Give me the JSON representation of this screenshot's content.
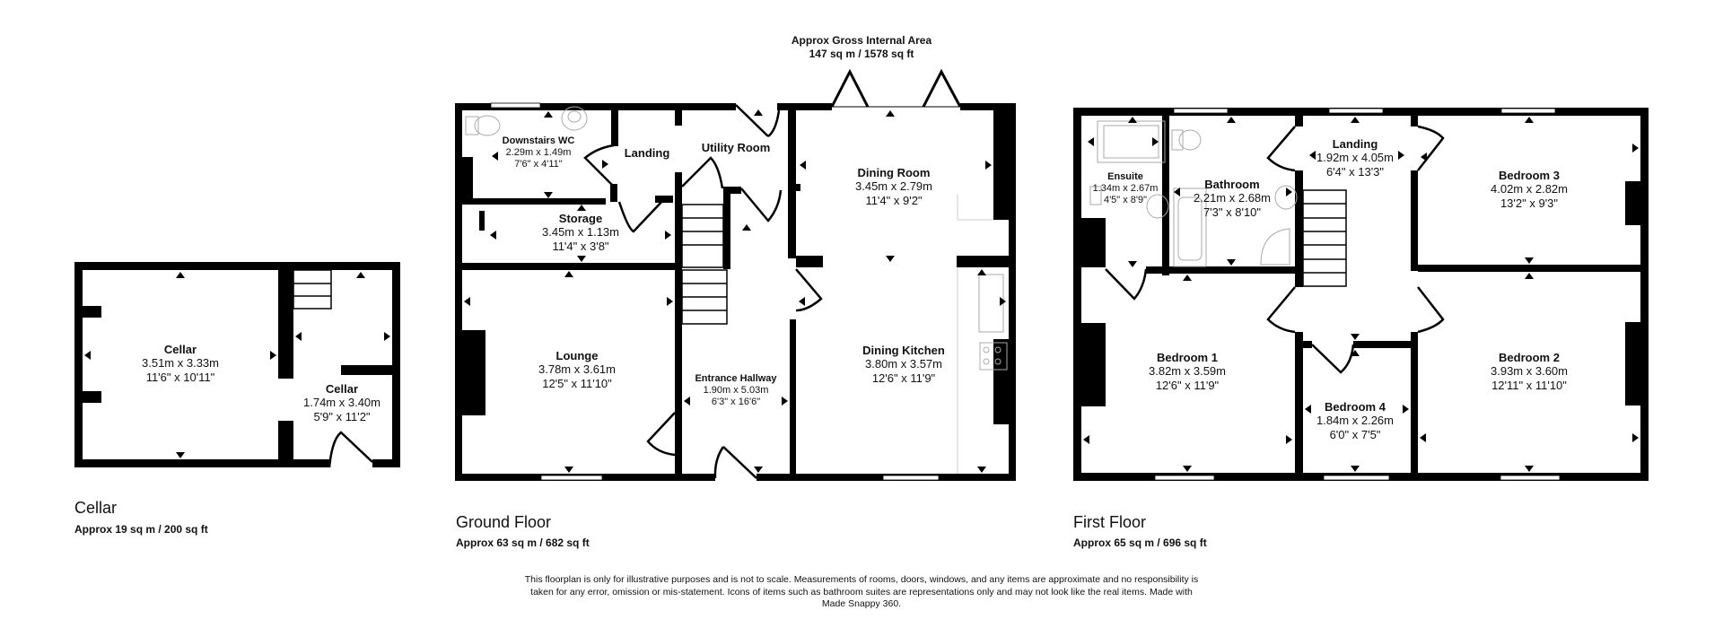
{
  "header": {
    "gross_area_title": "Approx Gross Internal Area",
    "gross_area_value": "147 sq m / 1578 sq ft"
  },
  "floors": {
    "cellar": {
      "title": "Cellar",
      "area": "Approx 19 sq m / 200 sq ft",
      "rooms": [
        {
          "name": "Cellar",
          "metric": "3.51m x 3.33m",
          "imperial": "11'6\" x 10'11\""
        },
        {
          "name": "Cellar",
          "metric": "1.74m x 3.40m",
          "imperial": "5'9\" x 11'2\""
        }
      ]
    },
    "ground": {
      "title": "Ground Floor",
      "area": "Approx 63 sq m / 682 sq ft",
      "rooms": [
        {
          "name": "Downstairs WC",
          "metric": "2.29m x 1.49m",
          "imperial": "7'6\" x 4'11\""
        },
        {
          "name": "Landing",
          "metric": "",
          "imperial": ""
        },
        {
          "name": "Utility Room",
          "metric": "",
          "imperial": ""
        },
        {
          "name": "Storage",
          "metric": "3.45m x 1.13m",
          "imperial": "11'4\" x 3'8\""
        },
        {
          "name": "Lounge",
          "metric": "3.78m x 3.61m",
          "imperial": "12'5\" x 11'10\""
        },
        {
          "name": "Entrance Hallway",
          "metric": "1.90m x 5.03m",
          "imperial": "6'3\" x 16'6\""
        },
        {
          "name": "Dining Room",
          "metric": "3.45m x 2.79m",
          "imperial": "11'4\" x 9'2\""
        },
        {
          "name": "Dining Kitchen",
          "metric": "3.80m x 3.57m",
          "imperial": "12'6\" x 11'9\""
        }
      ]
    },
    "first": {
      "title": "First Floor",
      "area": "Approx 65 sq m / 696 sq ft",
      "rooms": [
        {
          "name": "Ensuite",
          "metric": "1.34m x 2.67m",
          "imperial": "4'5\" x 8'9\""
        },
        {
          "name": "Bathroom",
          "metric": "2.21m x 2.68m",
          "imperial": "7'3\" x 8'10\""
        },
        {
          "name": "Landing",
          "metric": "1.92m x 4.05m",
          "imperial": "6'4\" x 13'3\""
        },
        {
          "name": "Bedroom 3",
          "metric": "4.02m x 2.82m",
          "imperial": "13'2\" x 9'3\""
        },
        {
          "name": "Bedroom 1",
          "metric": "3.82m x 3.59m",
          "imperial": "12'6\" x 11'9\""
        },
        {
          "name": "Bedroom 4",
          "metric": "1.84m x 2.26m",
          "imperial": "6'0\" x 7'5\""
        },
        {
          "name": "Bedroom 2",
          "metric": "3.93m x 3.60m",
          "imperial": "12'11\" x 11'10\""
        }
      ]
    }
  },
  "disclaimer": "This floorplan is only for illustrative purposes and is not to scale. Measurements of rooms, doors, windows, and any items are approximate and no responsibility is taken for any error, omission or mis-statement. Icons of items such as bathroom suites are representations only and may not look like the real items. Made with Made Snappy 360.",
  "colors": {
    "wall": "#000000",
    "background": "#ffffff",
    "fixture": "#bbbbbb"
  }
}
